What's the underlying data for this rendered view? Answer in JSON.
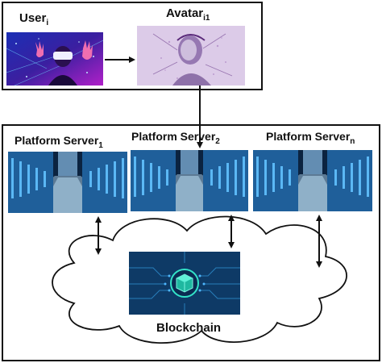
{
  "top": {
    "user": {
      "label": "User",
      "sub": "i"
    },
    "avatar": {
      "label": "Avatar",
      "sub": "i1"
    }
  },
  "servers": [
    {
      "label": "Platform Server",
      "sub": "1"
    },
    {
      "label": "Platform Server",
      "sub": "2"
    },
    {
      "label": "Platform Server",
      "sub": "n"
    }
  ],
  "blockchain": {
    "label": "Blockchain"
  },
  "colors": {
    "user_bg": "#1a2aa6",
    "avatar_bg": "#d9c7e6",
    "server_bg": "#0a2a4a",
    "blockchain_bg": "#0e3a66",
    "blockchain_icon": "#33e3c8"
  }
}
